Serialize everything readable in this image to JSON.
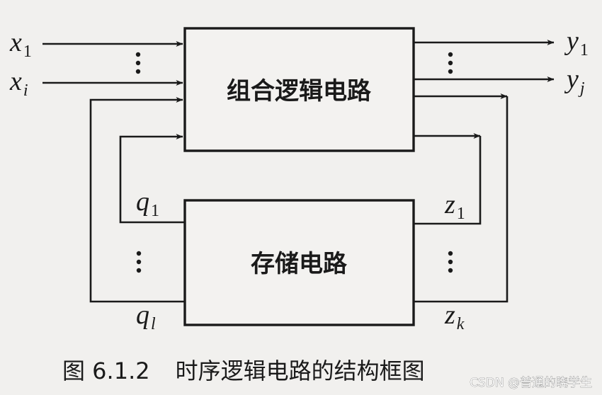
{
  "blocks": {
    "combinational": "组合逻辑电路",
    "storage": "存储电路"
  },
  "signals": {
    "inputs": [
      {
        "symbol": "x",
        "sub": "1"
      },
      {
        "symbol": "x",
        "sub": "i"
      }
    ],
    "outputs": [
      {
        "symbol": "y",
        "sub": "1"
      },
      {
        "symbol": "y",
        "sub": "j"
      }
    ],
    "state": [
      {
        "symbol": "q",
        "sub": "1"
      },
      {
        "symbol": "q",
        "sub": "l"
      }
    ],
    "excitation": [
      {
        "symbol": "z",
        "sub": "1"
      },
      {
        "symbol": "z",
        "sub": "k"
      }
    ]
  },
  "caption": {
    "figure": "图 6.1.2",
    "title": "时序逻辑电路的结构框图"
  },
  "watermark": "CSDN @普通的晓学生"
}
